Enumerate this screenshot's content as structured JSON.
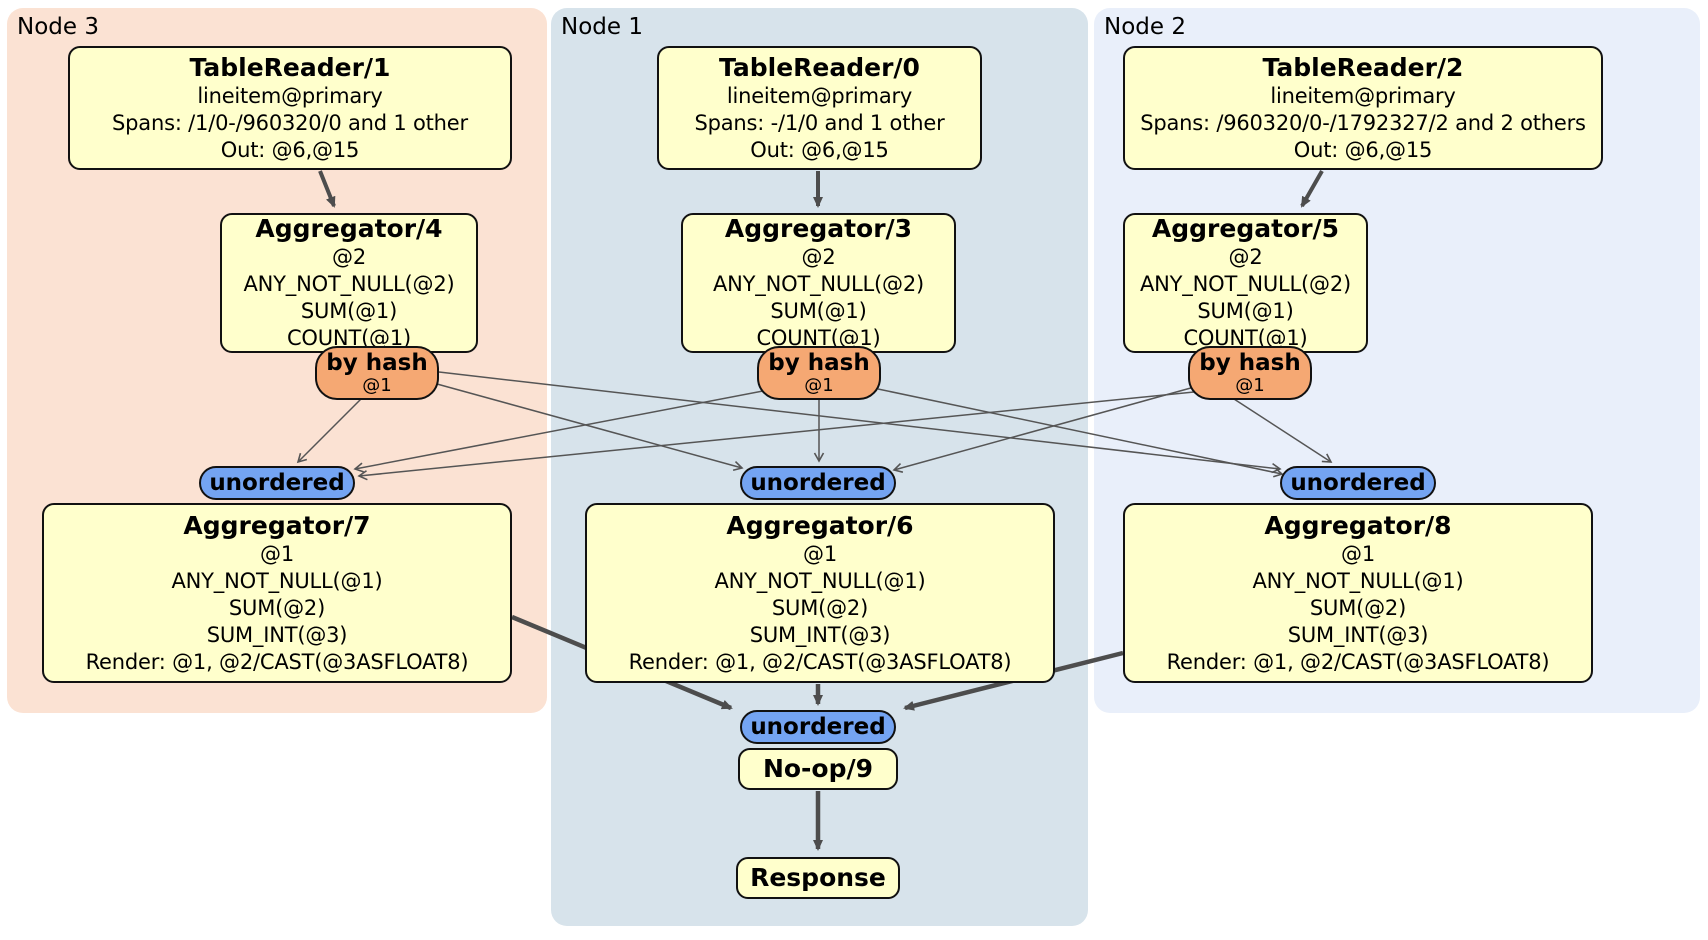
{
  "diagram": {
    "regions": {
      "node3": {
        "label": "Node 3"
      },
      "node1": {
        "label": "Node 1"
      },
      "node2": {
        "label": "Node 2"
      }
    },
    "router": {
      "label": "by hash",
      "key": "@1"
    },
    "sync": {
      "label": "unordered"
    },
    "processors": {
      "tr1": {
        "title": "TableReader/1",
        "lines": [
          "lineitem@primary",
          "Spans: /1/0-/960320/0 and 1 other",
          "Out: @6,@15"
        ]
      },
      "tr0": {
        "title": "TableReader/0",
        "lines": [
          "lineitem@primary",
          "Spans: -/1/0 and 1 other",
          "Out: @6,@15"
        ]
      },
      "tr2": {
        "title": "TableReader/2",
        "lines": [
          "lineitem@primary",
          "Spans: /960320/0-/1792327/2 and 2 others",
          "Out: @6,@15"
        ]
      },
      "agg4": {
        "title": "Aggregator/4",
        "lines": [
          "@2",
          "ANY_NOT_NULL(@2)",
          "SUM(@1)",
          "COUNT(@1)"
        ]
      },
      "agg3": {
        "title": "Aggregator/3",
        "lines": [
          "@2",
          "ANY_NOT_NULL(@2)",
          "SUM(@1)",
          "COUNT(@1)"
        ]
      },
      "agg5": {
        "title": "Aggregator/5",
        "lines": [
          "@2",
          "ANY_NOT_NULL(@2)",
          "SUM(@1)",
          "COUNT(@1)"
        ]
      },
      "agg7": {
        "title": "Aggregator/7",
        "lines": [
          "@1",
          "ANY_NOT_NULL(@1)",
          "SUM(@2)",
          "SUM_INT(@3)",
          "Render: @1, @2/CAST(@3ASFLOAT8)"
        ]
      },
      "agg6": {
        "title": "Aggregator/6",
        "lines": [
          "@1",
          "ANY_NOT_NULL(@1)",
          "SUM(@2)",
          "SUM_INT(@3)",
          "Render: @1, @2/CAST(@3ASFLOAT8)"
        ]
      },
      "agg8": {
        "title": "Aggregator/8",
        "lines": [
          "@1",
          "ANY_NOT_NULL(@1)",
          "SUM(@2)",
          "SUM_INT(@3)",
          "Render: @1, @2/CAST(@3ASFLOAT8)"
        ]
      },
      "noop": {
        "title": "No-op/9"
      },
      "response": {
        "title": "Response"
      }
    }
  },
  "colors": {
    "node3_bg": "#fbe2d3",
    "node1_bg": "#d7e3eb",
    "node2_bg": "#e9effa",
    "box_bg": "#ffffcc",
    "box_border": "#111111",
    "router_bg": "#f5a873",
    "sync_bg": "#74a4f2",
    "edge": "#4d4d4d"
  }
}
